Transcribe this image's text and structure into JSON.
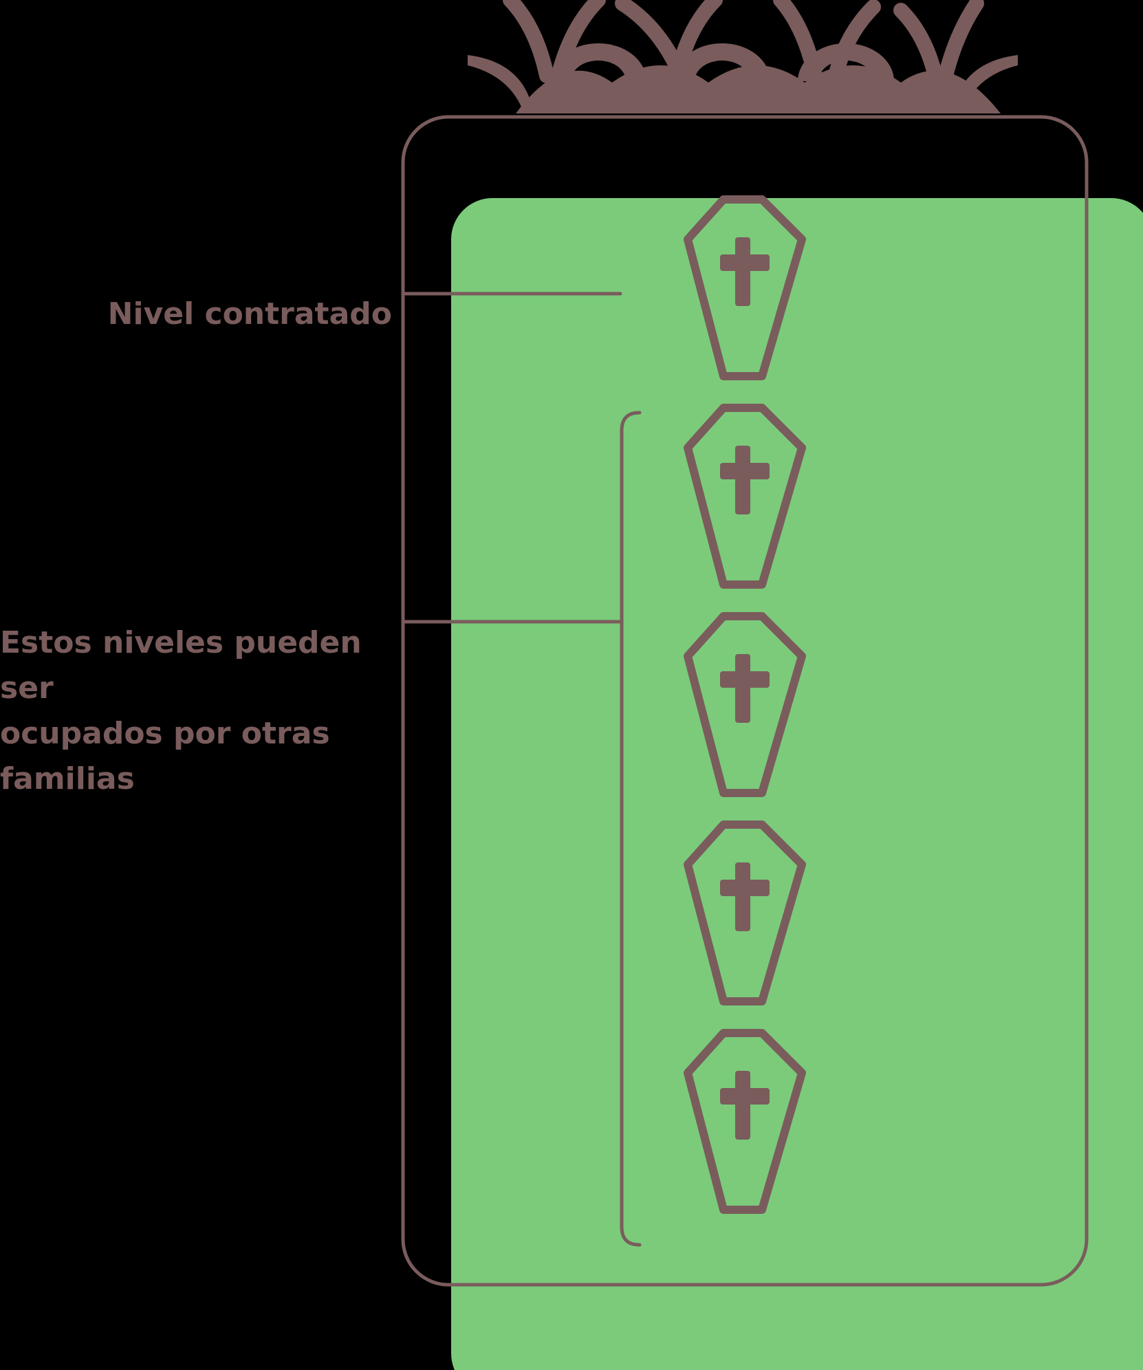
{
  "labels": {
    "contracted_level": "Nivel contratado",
    "shared_levels": [
      "Estos niveles pueden ser",
      "ocupados por otras",
      "familias"
    ]
  },
  "colors": {
    "background": "#000000",
    "ground": "#7bcb7b",
    "stroke": "#7a5c5c"
  },
  "icons": {
    "plant": "plant-icon",
    "coffin": "coffin-icon"
  }
}
